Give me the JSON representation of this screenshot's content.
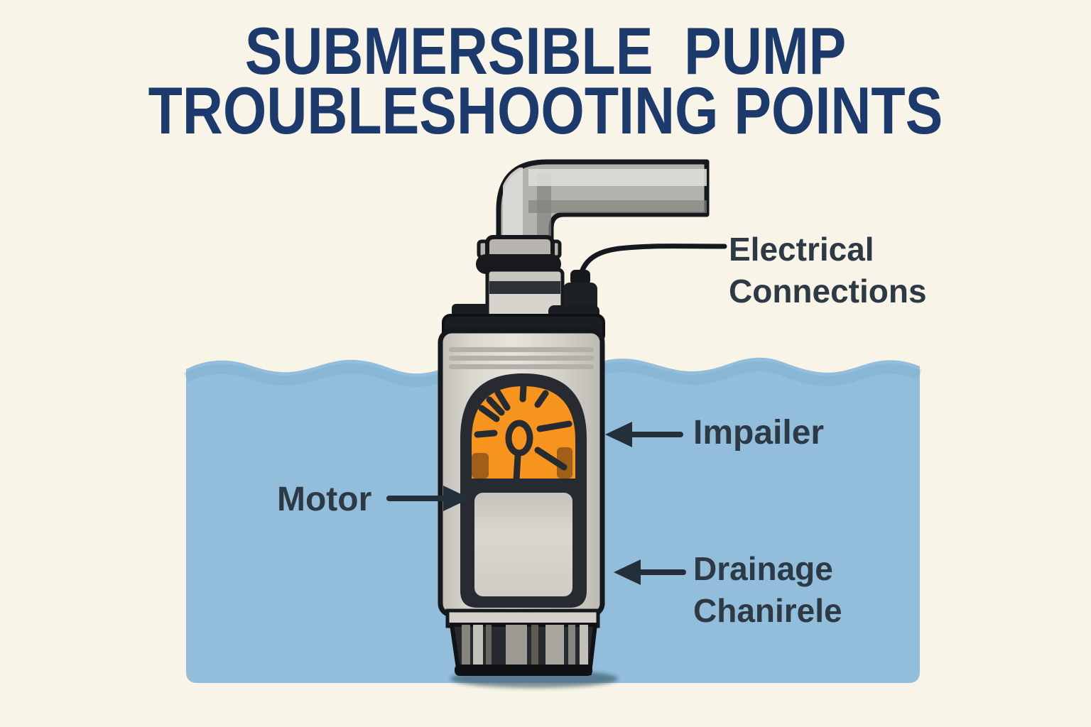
{
  "title": {
    "line1": "SUBMERSIBLE PUMP",
    "line2": "TROUBLESHOOTING POINTS"
  },
  "labels": {
    "electrical": {
      "line1": "Electrical",
      "line2": "Connections"
    },
    "impeller": {
      "text": "Impailer"
    },
    "motor": {
      "text": "Motor"
    },
    "drainage": {
      "line1": "Drainage",
      "line2": "Chanirele"
    }
  },
  "diagram": {
    "subject": "submersible pump shown half-submerged in water with callout arrows",
    "callouts": [
      "Electrical Connections",
      "Impailer",
      "Motor",
      "Drainage Chanirele"
    ]
  },
  "colors": {
    "bg": "#f8f4e8",
    "water": "#92bedb",
    "water-shade": "#6fa3c4",
    "navy": "#1d3a6d",
    "label": "#2d3944",
    "orange": "#f6941e",
    "outline": "#15181c",
    "frame": "#272b31",
    "body-light": "#dcd9d2",
    "body-dark": "#bdbab3",
    "arrow": "#232f39"
  }
}
